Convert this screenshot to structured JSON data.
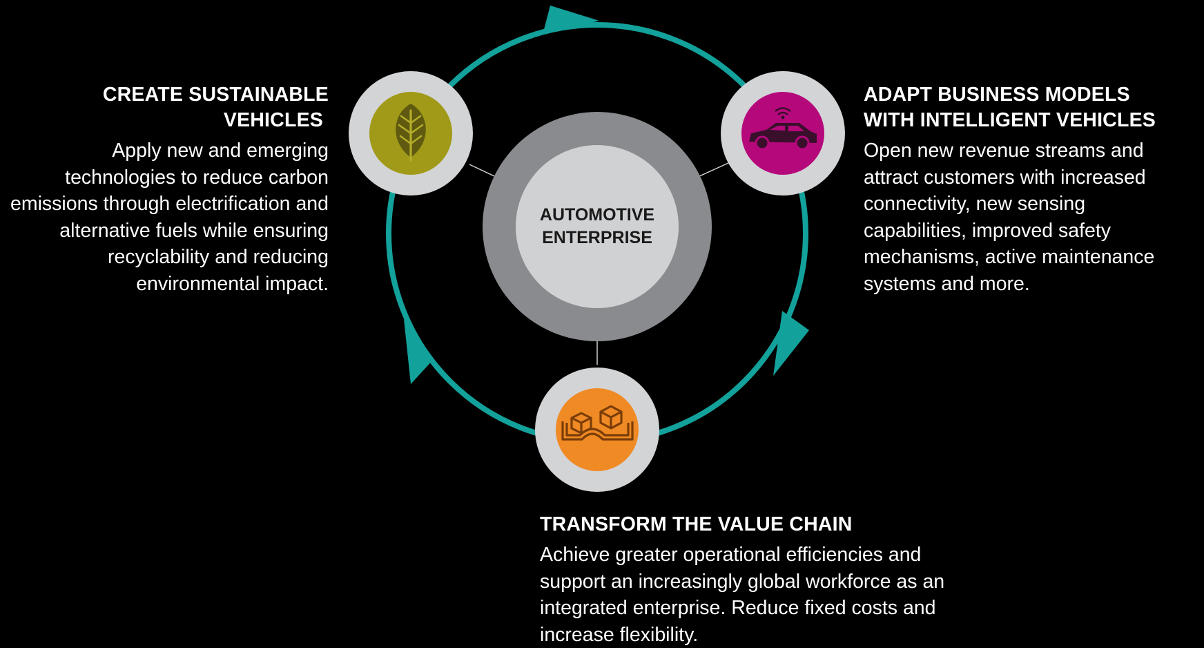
{
  "center": {
    "line1": "AUTOMOTIVE",
    "line2": "ENTERPRISE"
  },
  "nodes": {
    "left": {
      "heading_line1": "CREATE SUSTAINABLE",
      "heading_line2": "VEHICLES",
      "body": "Apply new and emerging technologies to reduce carbon emissions through electrification and alternative fuels while ensuring recyclability and reducing environmental impact.",
      "icon": "leaf-icon",
      "color": "#a19a18"
    },
    "right": {
      "heading_line1": "ADAPT BUSINESS MODELS",
      "heading_line2": "WITH INTELLIGENT VEHICLES",
      "body": "Open new revenue streams and attract customers with increased connectivity, new sensing capabilities, improved safety mechanisms, active maintenance systems and more.",
      "icon": "connected-car-icon",
      "color": "#b5087b"
    },
    "bottom": {
      "heading": "TRANSFORM THE VALUE CHAIN",
      "body": "Achieve greater operational efficiencies and support an increasingly global workforce as an integrated enterprise. Reduce fixed costs and increase flexibility.",
      "icon": "supply-chain-icon",
      "color": "#f08a24"
    }
  },
  "colors": {
    "background": "#000000",
    "cycle_ring": "#13a19b",
    "outer_disc": "#898b8e",
    "inner_disc": "#d0d1d3",
    "node_ring": "#d3d4d6"
  }
}
